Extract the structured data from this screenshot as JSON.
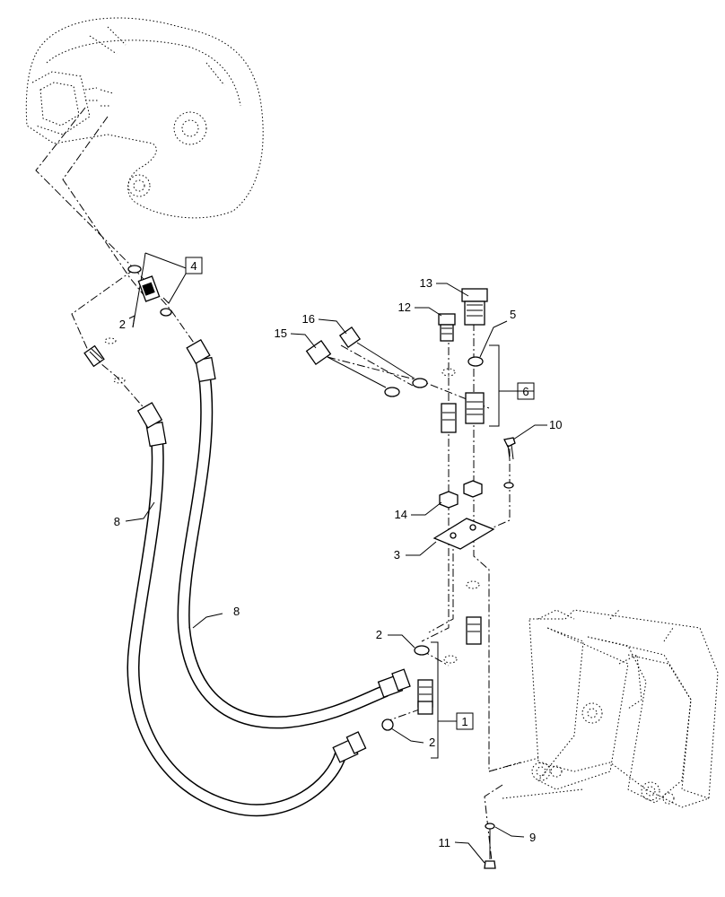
{
  "diagram": {
    "callouts": {
      "c1": "1",
      "c2a": "2",
      "c2b": "2",
      "c2c": "2",
      "c3": "3",
      "c4": "4",
      "c5": "5",
      "c6": "6",
      "c8a": "8",
      "c8b": "8",
      "c9": "9",
      "c10": "10",
      "c11": "11",
      "c12": "12",
      "c13": "13",
      "c14": "14",
      "c15": "15",
      "c16": "16"
    }
  }
}
